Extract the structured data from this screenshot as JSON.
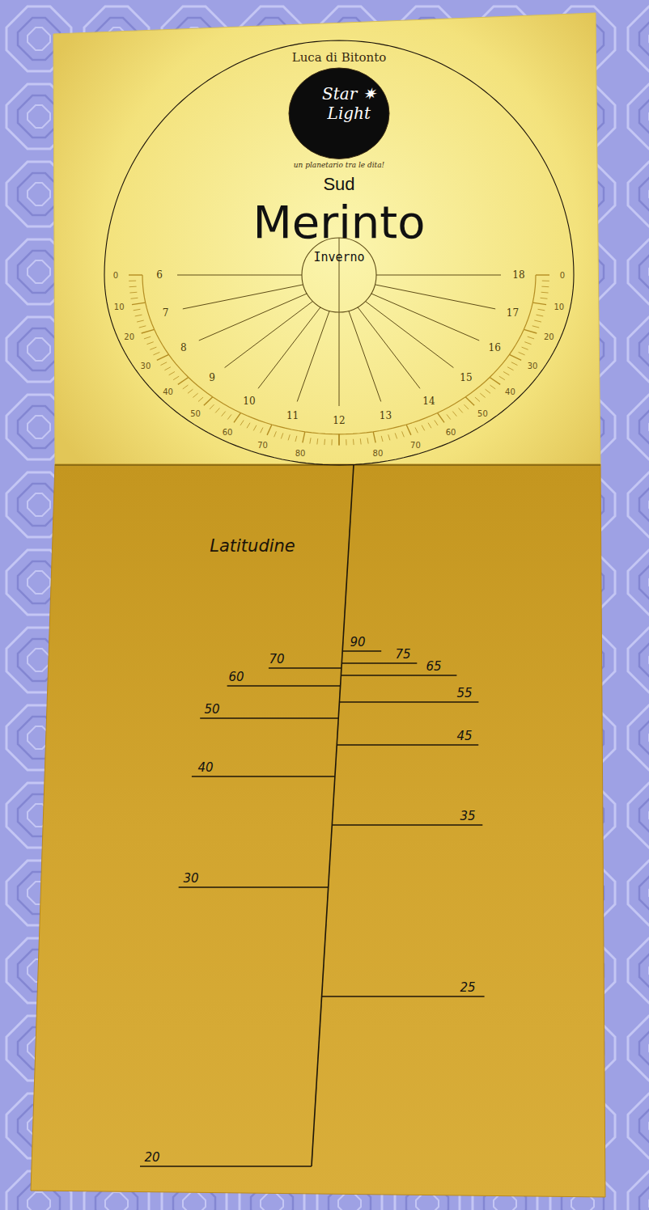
{
  "diagram": {
    "nodes": [
      {
        "text": [
          "Luca di Bitonto",
          "un planetario tra le dita!",
          "Sud",
          "Merinto",
          "Inverno"
        ]
      },
      {
        "text": [
          "Star ✷ Light"
        ],
        "in": 0
      }
    ],
    "labels": [
      "6",
      "7",
      "8",
      "9",
      "10",
      "11",
      "12",
      "13",
      "14",
      "15",
      "16",
      "17",
      "18",
      "0",
      "10",
      "20",
      "30",
      "40",
      "50",
      "60",
      "70",
      "80",
      "0",
      "10",
      "20",
      "30",
      "40",
      "50",
      "60",
      "70",
      "80",
      "Latitudine",
      "90",
      "75",
      "70",
      "65",
      "60",
      "55",
      "50",
      "45",
      "40",
      "35",
      "30",
      "25",
      "20"
    ]
  }
}
